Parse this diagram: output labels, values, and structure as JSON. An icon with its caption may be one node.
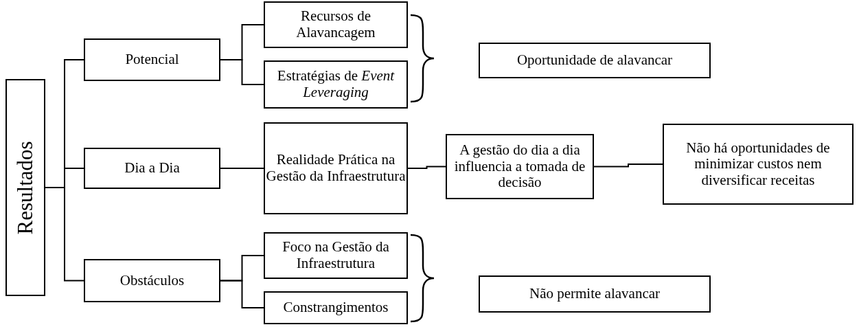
{
  "diagram": {
    "nodes": [
      {
        "text": [
          "Resultados"
        ]
      },
      {
        "text": [
          "Potencial"
        ]
      },
      {
        "text": [
          "Recursos de Alavancagem"
        ]
      },
      {
        "text": [
          "Estratégias de *Event Leveraging*"
        ]
      },
      {
        "text": [
          "Oportunidade de alavancar"
        ]
      },
      {
        "text": [
          "Dia a Dia"
        ]
      },
      {
        "text": [
          "Realidade Prática na Gestão da Infraestrutura"
        ]
      },
      {
        "text": [
          "A gestão do dia a dia influencia a tomada de decisão"
        ]
      },
      {
        "text": [
          "Não há oportunidades de minimizar custos nem diversificar receitas"
        ]
      },
      {
        "text": [
          "Obstáculos"
        ]
      },
      {
        "text": [
          "Foco na Gestão da Infraestrutura"
        ]
      },
      {
        "text": [
          "Constrangimentos"
        ]
      },
      {
        "text": [
          "Não permite alavancar"
        ]
      }
    ],
    "edges": [
      {
        "from": 0,
        "to": 1,
        "arrow": "none"
      },
      {
        "from": 0,
        "to": 5,
        "arrow": "none"
      },
      {
        "from": 0,
        "to": 9,
        "arrow": "none"
      },
      {
        "from": 1,
        "to": 2,
        "arrow": "none"
      },
      {
        "from": 1,
        "to": 3,
        "arrow": "none"
      },
      {
        "from": 5,
        "to": 6,
        "arrow": "none"
      },
      {
        "from": 6,
        "to": 7,
        "arrow": "none"
      },
      {
        "from": 7,
        "to": 8,
        "arrow": "none"
      },
      {
        "from": 9,
        "to": 10,
        "arrow": "none"
      },
      {
        "from": 9,
        "to": 11,
        "arrow": "none"
      }
    ]
  }
}
